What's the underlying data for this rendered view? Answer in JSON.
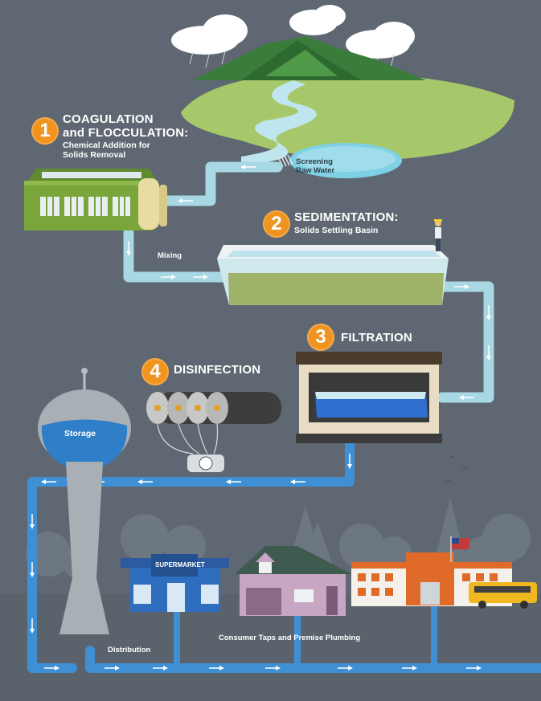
{
  "steps": {
    "coagulation": {
      "number": "1",
      "title_line1": "COAGULATION",
      "title_line2": "and FLOCCULATION:",
      "subtitle_line1": "Chemical Addition for",
      "subtitle_line2": "Solids Removal"
    },
    "sedimentation": {
      "number": "2",
      "title": "SEDIMENTATION:",
      "subtitle": "Solids Settling Basin"
    },
    "filtration": {
      "number": "3",
      "title": "FILTRATION"
    },
    "disinfection": {
      "number": "4",
      "title": "DISINFECTION"
    }
  },
  "labels": {
    "screening_line1": "Screening",
    "screening_line2": "Raw Water",
    "mixing": "Mixing",
    "storage": "Storage",
    "distribution": "Distribution",
    "consumer": "Consumer Taps and Premise Plumbing",
    "supermarket": "SUPERMARKET"
  },
  "colors": {
    "background": "#5f6872",
    "badge": "#f0941f",
    "pipe": "#3f8fd4",
    "pipe_light": "#a8d8e4",
    "water": "#6fc8e0",
    "grass": "#a6c86a"
  }
}
